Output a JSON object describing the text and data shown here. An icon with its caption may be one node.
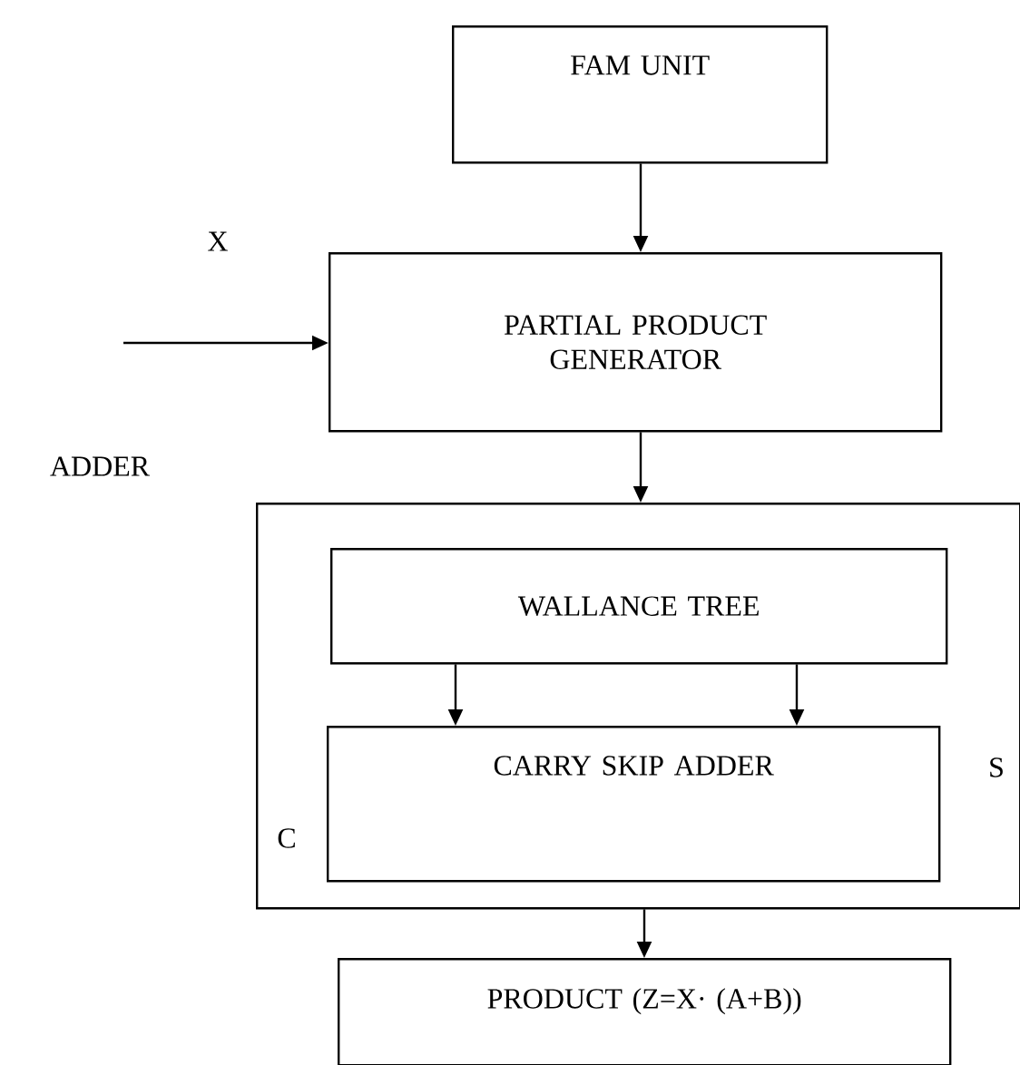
{
  "diagram": {
    "nodes": [
      {
        "text": [
          "FAM UNIT"
        ]
      },
      {
        "text": [
          "PARTIAL PRODUCT GENERATOR"
        ]
      },
      {
        "text": [],
        "shape": "box"
      },
      {
        "text": [
          "WALLANCE TREE"
        ],
        "in": 2
      },
      {
        "text": [
          "CARRY SKIP ADDER"
        ],
        "in": 2
      },
      {
        "text": [
          "PRODUCT (Z=X· (A+B))"
        ]
      }
    ],
    "edges": [
      {
        "from": 0,
        "to": 1,
        "arrow": "to"
      },
      {
        "from": null,
        "to": 1,
        "arrow": "to"
      },
      {
        "from": 1,
        "to": 2,
        "arrow": "to"
      },
      {
        "from": 3,
        "to": 4,
        "arrow": "to"
      },
      {
        "from": 3,
        "to": 4,
        "arrow": "to"
      },
      {
        "from": 2,
        "to": 5,
        "arrow": "to"
      }
    ],
    "labels": [
      "X",
      "ADDER",
      "S",
      "C"
    ]
  }
}
